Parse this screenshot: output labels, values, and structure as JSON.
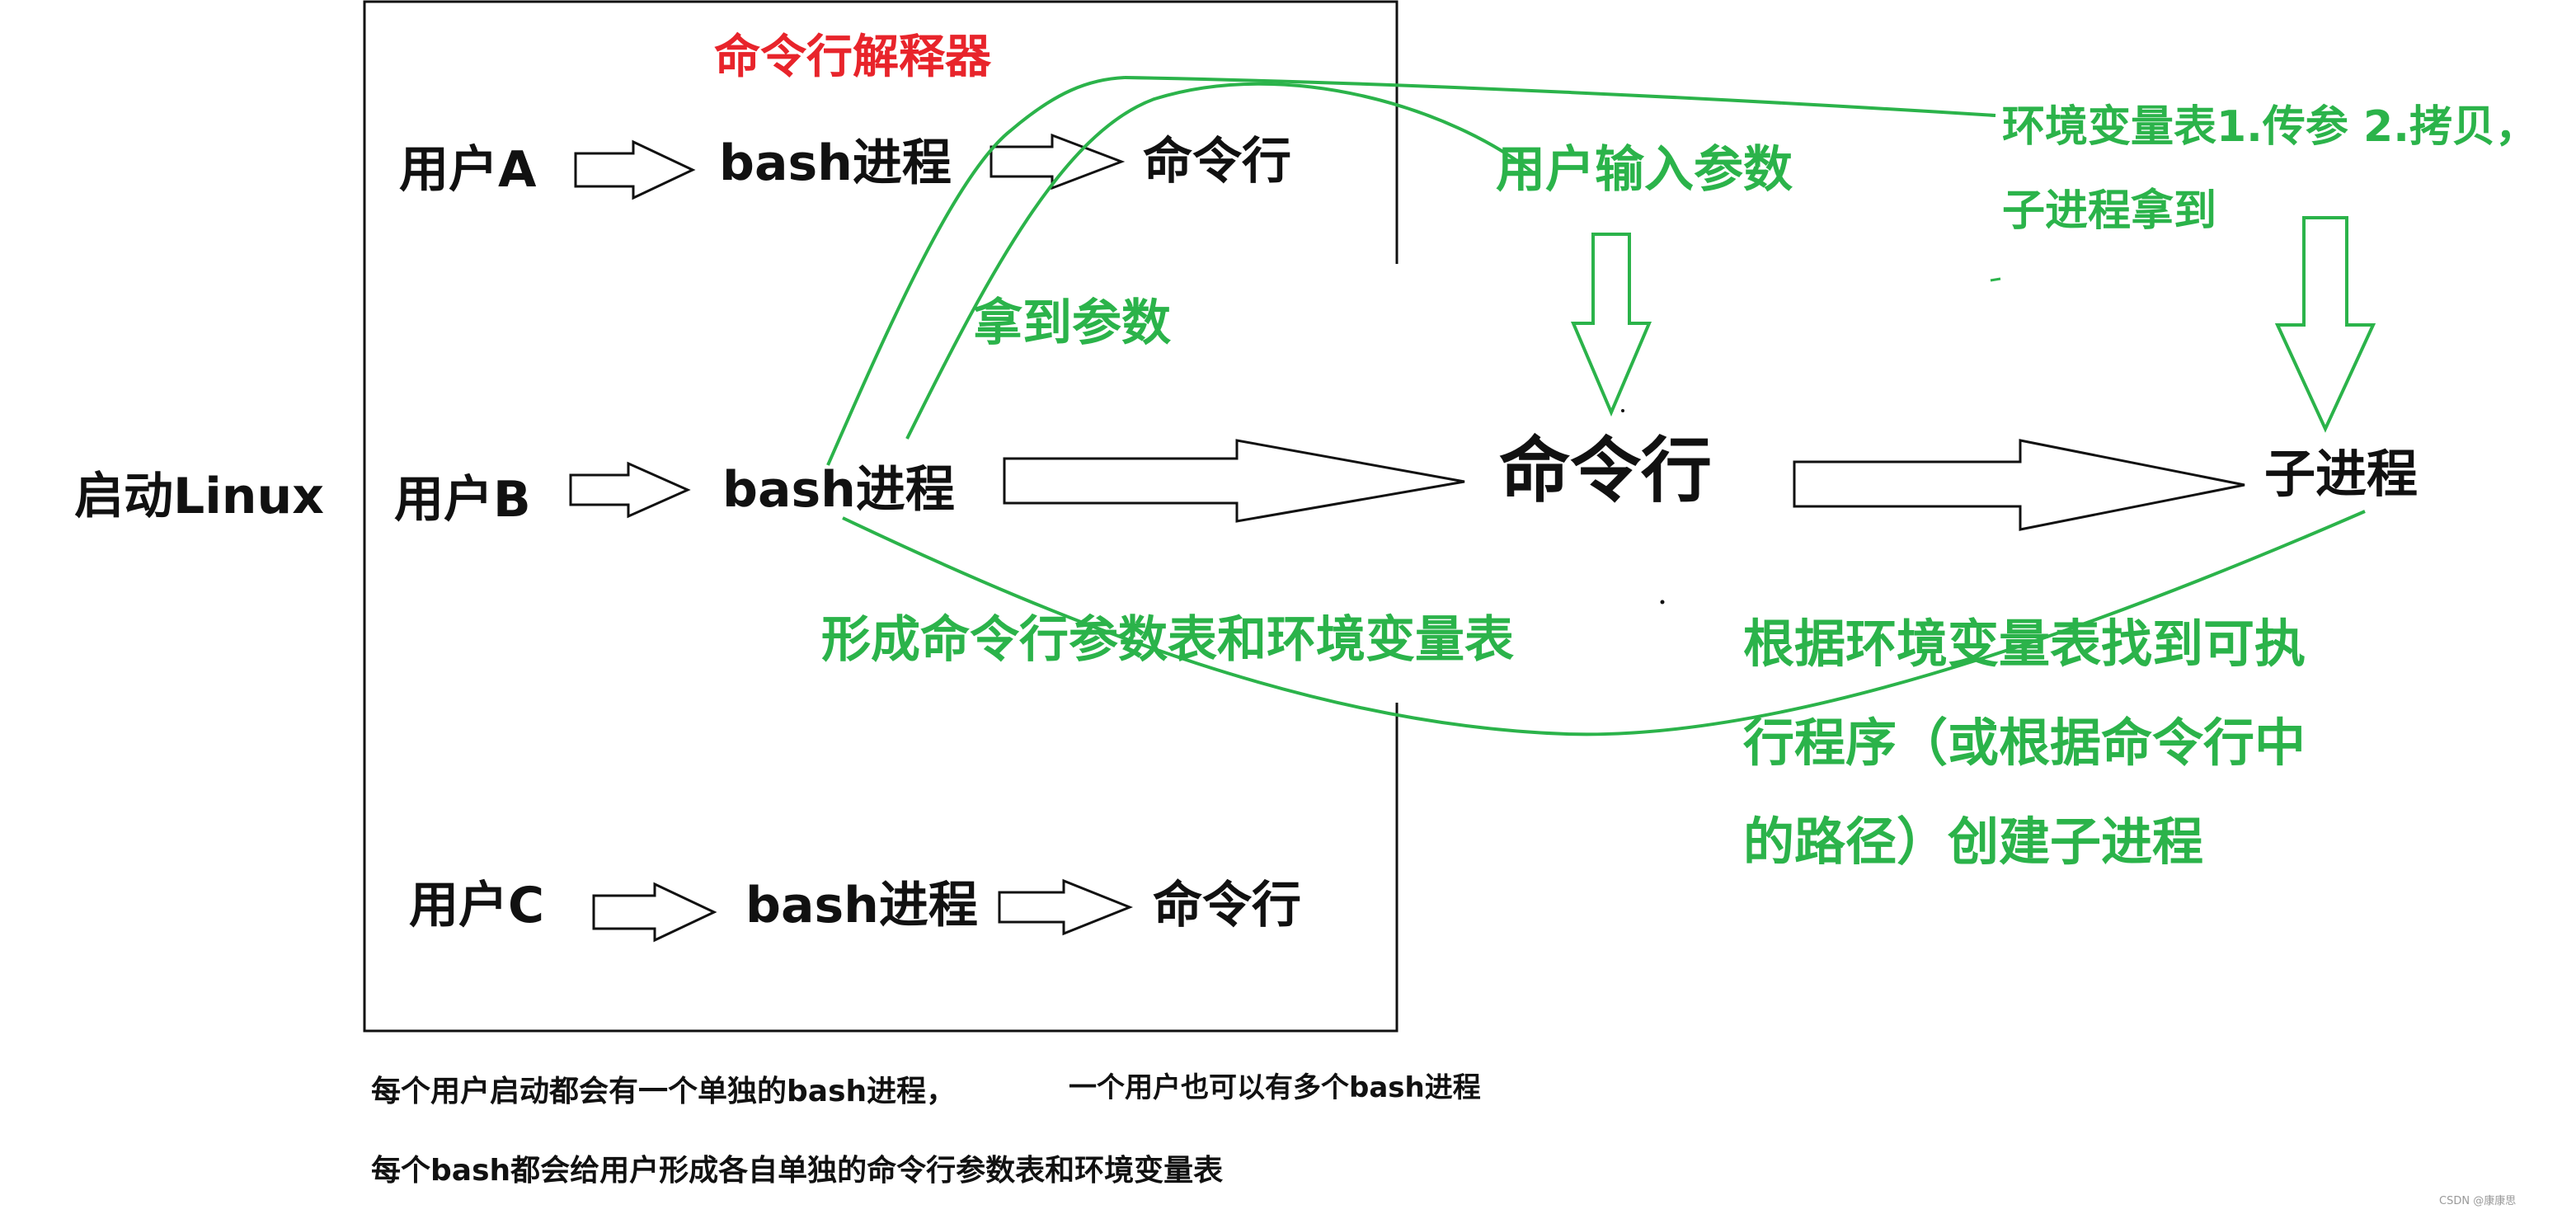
{
  "title": "命令行解释器",
  "start_linux": "启动Linux",
  "users": {
    "a": "用户A",
    "b": "用户B",
    "c": "用户C"
  },
  "bash_process": "bash进程",
  "command_line": "命令行",
  "command_line_main": "命令行",
  "child_process": "子进程",
  "labels": {
    "get_args": "拿到参数",
    "user_input_args": "用户输入参数",
    "env_table_line1": "环境变量表1.传参 2.拷贝，",
    "env_table_line2": "子进程拿到",
    "form_tables": "形成命令行参数表和环境变量表",
    "find_line1": "根据环境变量表找到可执",
    "find_line2": "行程序（或根据命令行中",
    "find_line3": "的路径）创建子进程"
  },
  "notes": {
    "line1a": "每个用户启动都会有一个单独的bash进程，",
    "line1b": "一个用户也可以有多个bash进程",
    "line2": "每个bash都会给用户形成各自单独的命令行参数表和环境变量表"
  },
  "watermark": "CSDN @康康思",
  "colors": {
    "text": "#111111",
    "green": "#2bb34a",
    "red": "#e8242b",
    "frame": "#111111"
  }
}
